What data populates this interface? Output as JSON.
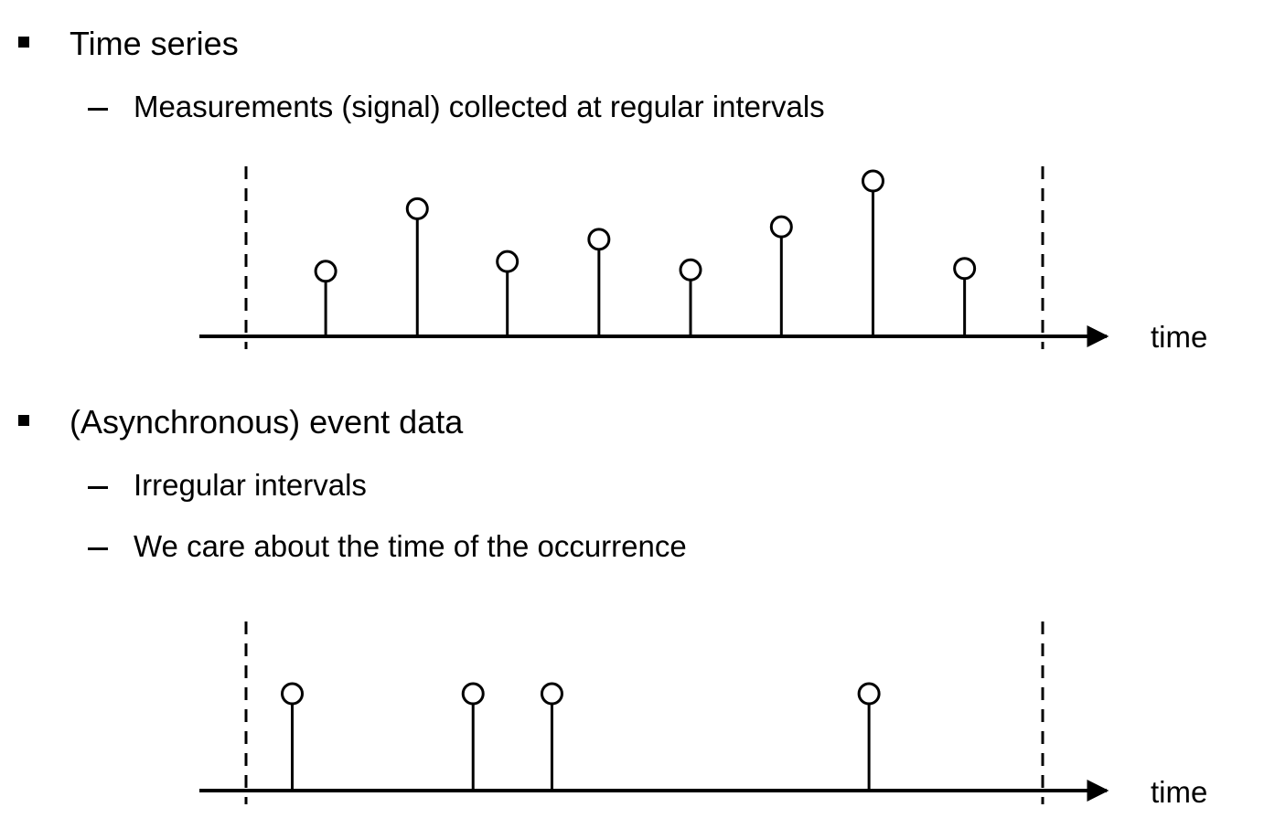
{
  "sections": [
    {
      "heading": "Time series",
      "points": [
        "Measurements (signal) collected at regular intervals"
      ]
    },
    {
      "heading": "(Asynchronous) event data",
      "points": [
        "Irregular intervals",
        "We care about the time of the occurrence"
      ]
    }
  ],
  "diagrams": [
    {
      "axis_label": "time",
      "stems": [
        {
          "t": 0.1,
          "h": 0.35
        },
        {
          "t": 0.215,
          "h": 0.8
        },
        {
          "t": 0.328,
          "h": 0.42
        },
        {
          "t": 0.443,
          "h": 0.58
        },
        {
          "t": 0.558,
          "h": 0.36
        },
        {
          "t": 0.672,
          "h": 0.67
        },
        {
          "t": 0.787,
          "h": 1.0
        },
        {
          "t": 0.902,
          "h": 0.37
        }
      ]
    },
    {
      "axis_label": "time",
      "stems": [
        {
          "t": 0.058,
          "h": 1.0
        },
        {
          "t": 0.285,
          "h": 1.0
        },
        {
          "t": 0.384,
          "h": 1.0
        },
        {
          "t": 0.782,
          "h": 1.0
        }
      ]
    }
  ]
}
